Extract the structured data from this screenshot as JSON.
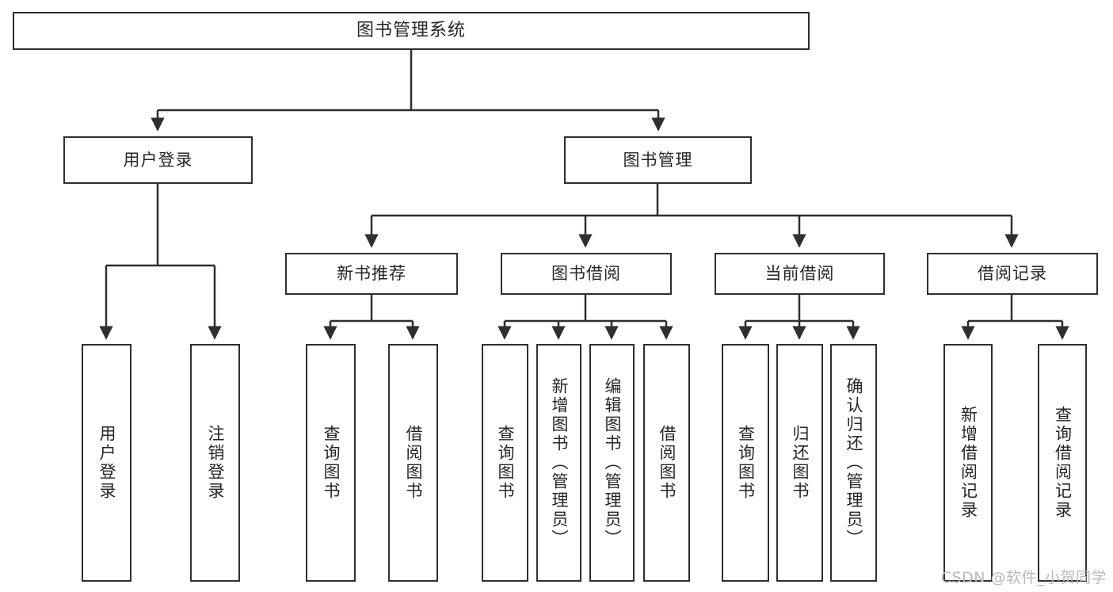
{
  "diagram": {
    "type": "tree",
    "title": "图书管理系统",
    "root": {
      "id": "root",
      "label": "图书管理系统",
      "orientation": "horizontal"
    },
    "level1": [
      {
        "id": "user-login",
        "label": "用户登录",
        "orientation": "horizontal"
      },
      {
        "id": "book-manage",
        "label": "图书管理",
        "orientation": "horizontal"
      }
    ],
    "level2": [
      {
        "id": "new-book-recommend",
        "label": "新书推荐",
        "parent": "book-manage",
        "orientation": "horizontal"
      },
      {
        "id": "book-borrow",
        "label": "图书借阅",
        "parent": "book-manage",
        "orientation": "horizontal"
      },
      {
        "id": "current-borrow",
        "label": "当前借阅",
        "parent": "book-manage",
        "orientation": "horizontal"
      },
      {
        "id": "borrow-record",
        "label": "借阅记录",
        "parent": "book-manage",
        "orientation": "horizontal"
      }
    ],
    "leaves": [
      {
        "id": "leaf-user-login",
        "label": "用户登录",
        "parent": "user-login",
        "orientation": "vertical"
      },
      {
        "id": "leaf-user-logout",
        "label": "注销登录",
        "parent": "user-login",
        "orientation": "vertical"
      },
      {
        "id": "leaf-query-book-1",
        "label": "查询图书",
        "parent": "new-book-recommend",
        "orientation": "vertical"
      },
      {
        "id": "leaf-borrow-book-1",
        "label": "借阅图书",
        "parent": "new-book-recommend",
        "orientation": "vertical"
      },
      {
        "id": "leaf-query-book-2",
        "label": "查询图书",
        "parent": "book-borrow",
        "orientation": "vertical"
      },
      {
        "id": "leaf-add-book",
        "label": "新增图书（管理员）",
        "parent": "book-borrow",
        "orientation": "vertical"
      },
      {
        "id": "leaf-edit-book",
        "label": "编辑图书（管理员）",
        "parent": "book-borrow",
        "orientation": "vertical"
      },
      {
        "id": "leaf-borrow-book-2",
        "label": "借阅图书",
        "parent": "book-borrow",
        "orientation": "vertical"
      },
      {
        "id": "leaf-query-book-3",
        "label": "查询图书",
        "parent": "current-borrow",
        "orientation": "vertical"
      },
      {
        "id": "leaf-return-book",
        "label": "归还图书",
        "parent": "current-borrow",
        "orientation": "vertical"
      },
      {
        "id": "leaf-confirm-return",
        "label": "确认归还（管理员）",
        "parent": "current-borrow",
        "orientation": "vertical"
      },
      {
        "id": "leaf-add-record",
        "label": "新增借阅记录",
        "parent": "borrow-record",
        "orientation": "vertical"
      },
      {
        "id": "leaf-query-record",
        "label": "查询借阅记录",
        "parent": "borrow-record",
        "orientation": "vertical"
      }
    ],
    "watermark": "CSDN @软件_小贺同学",
    "colors": {
      "border": "#2f2f2f",
      "text": "#262626",
      "background": "#ffffff",
      "edge": "#2f2f2f",
      "watermark": "#b9b9b9"
    }
  }
}
